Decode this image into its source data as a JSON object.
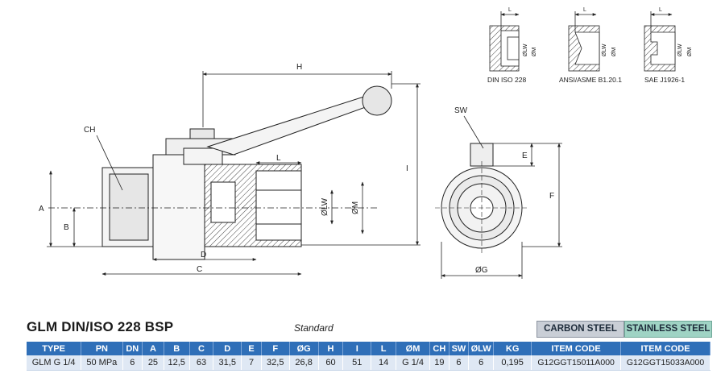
{
  "drawing": {
    "labels": {
      "H": "H",
      "CH": "CH",
      "A": "A",
      "B": "B",
      "C": "C",
      "D": "D",
      "L": "L",
      "I": "I",
      "OLW": "ØLW",
      "OM": "ØM",
      "SW": "SW",
      "E": "E",
      "F": "F",
      "OG": "ØG"
    },
    "details": [
      {
        "L": "L",
        "LW": "ØLW",
        "M": "ØM",
        "caption": "DIN ISO 228"
      },
      {
        "L": "L",
        "LW": "ØLW",
        "M": "ØM",
        "caption": "ANSI/ASME B1.20.1"
      },
      {
        "L": "L",
        "LW": "ØLW",
        "M": "ØM",
        "caption": "SAE J1926-1"
      }
    ]
  },
  "title": "GLM DIN/ISO 228 BSP",
  "subtitle": "Standard",
  "materials": {
    "carbon": "CARBON STEEL",
    "stainless": "STAINLESS STEEL"
  },
  "colors": {
    "header_blue": "#2f6fb8",
    "row_bg": "#dfe8f4",
    "carbon_bg": "#c9ced6",
    "stainless_bg": "#9fd3c4"
  },
  "table": {
    "headers": [
      "TYPE",
      "PN",
      "DN",
      "A",
      "B",
      "C",
      "D",
      "E",
      "F",
      "ØG",
      "H",
      "I",
      "L",
      "ØM",
      "CH",
      "SW",
      "ØLW",
      "KG",
      "ITEM CODE",
      "ITEM CODE"
    ],
    "row": [
      "GLM G 1/4",
      "50 MPa",
      "6",
      "25",
      "12,5",
      "63",
      "31,5",
      "7",
      "32,5",
      "26,8",
      "60",
      "51",
      "14",
      "G 1/4",
      "19",
      "6",
      "6",
      "0,195",
      "G12GGT15011A000",
      "G12GGT15033A000"
    ]
  }
}
